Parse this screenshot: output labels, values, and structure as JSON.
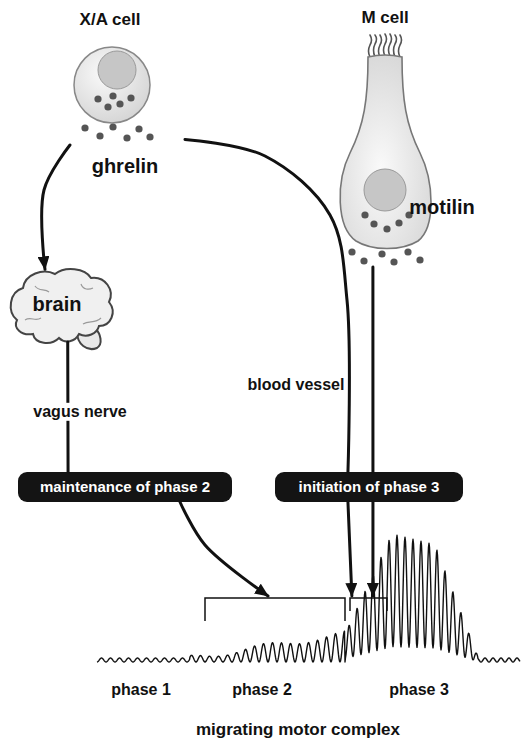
{
  "diagram": {
    "nodes": [
      {
        "text": [
          "X/A cell"
        ]
      },
      {
        "text": [
          "M cell"
        ]
      },
      {
        "text": [
          "brain"
        ]
      },
      {
        "text": [
          "maintenance of phase 2"
        ]
      },
      {
        "text": [
          "initiation of phase 3"
        ]
      },
      {
        "text": [
          "phase 1",
          "phase 2",
          "phase 3",
          "migrating motor complex"
        ]
      }
    ],
    "edges": [
      {
        "from": 0,
        "to": 2,
        "arrow": "to"
      },
      {
        "from": 2,
        "to": 3,
        "label": "vagus nerve",
        "arrow": "none"
      },
      {
        "from": 3,
        "to": 5,
        "arrow": "to"
      },
      {
        "from": 0,
        "to": 4,
        "label": "blood vessel",
        "arrow": "none"
      },
      {
        "from": 1,
        "to": 4,
        "arrow": "none"
      },
      {
        "from": 4,
        "to": 5,
        "arrow": "to"
      },
      {
        "from": 4,
        "to": 5,
        "arrow": "to"
      }
    ],
    "labels": [
      "ghrelin",
      "motilin"
    ]
  }
}
